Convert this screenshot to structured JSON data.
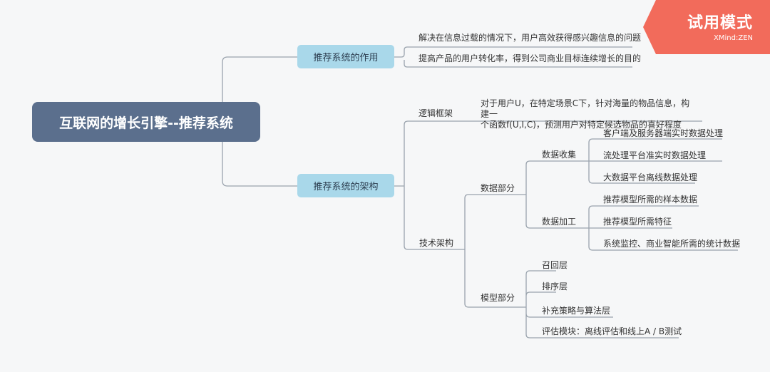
{
  "colors": {
    "background": "#f6f7f8",
    "root": "#5b6f8d",
    "branch": "#a9d8ea",
    "line": "#9aa3ad",
    "badge": "#f26b5b"
  },
  "badge": {
    "title": "试用模式",
    "brand_x": "XMind",
    "brand_sep": ":",
    "brand_zen": "ZEN"
  },
  "mindmap": {
    "root": "互联网的增长引擎--推荐系统",
    "role": {
      "label": "推荐系统的作用",
      "items": [
        "解决在信息过载的情况下，用户高效获得感兴趣信息的问题",
        "提高产品的用户转化率，得到公司商业目标连续增长的目的"
      ]
    },
    "arch": {
      "label": "推荐系统的架构",
      "logic": {
        "label": "逻辑框架",
        "desc": [
          "对于用户U，在特定场景C下，针对海量的物品信息，构建一",
          "个函数f(U,I,C)，预测用户对特定候选物品的喜好程度"
        ]
      },
      "tech": {
        "label": "技术架构",
        "data": {
          "label": "数据部分",
          "collect": {
            "label": "数据收集",
            "items": [
              "客户端及服务器端实时数据处理",
              "流处理平台准实时数据处理",
              "大数据平台离线数据处理"
            ]
          },
          "process": {
            "label": "数据加工",
            "items": [
              "推荐模型所需的样本数据",
              "推荐模型所需特征",
              "系统监控、商业智能所需的统计数据"
            ]
          }
        },
        "model": {
          "label": "模型部分",
          "items": [
            "召回层",
            "排序层",
            "补充策略与算法层",
            "评估模块：离线评估和线上A / B测试"
          ]
        }
      }
    }
  }
}
